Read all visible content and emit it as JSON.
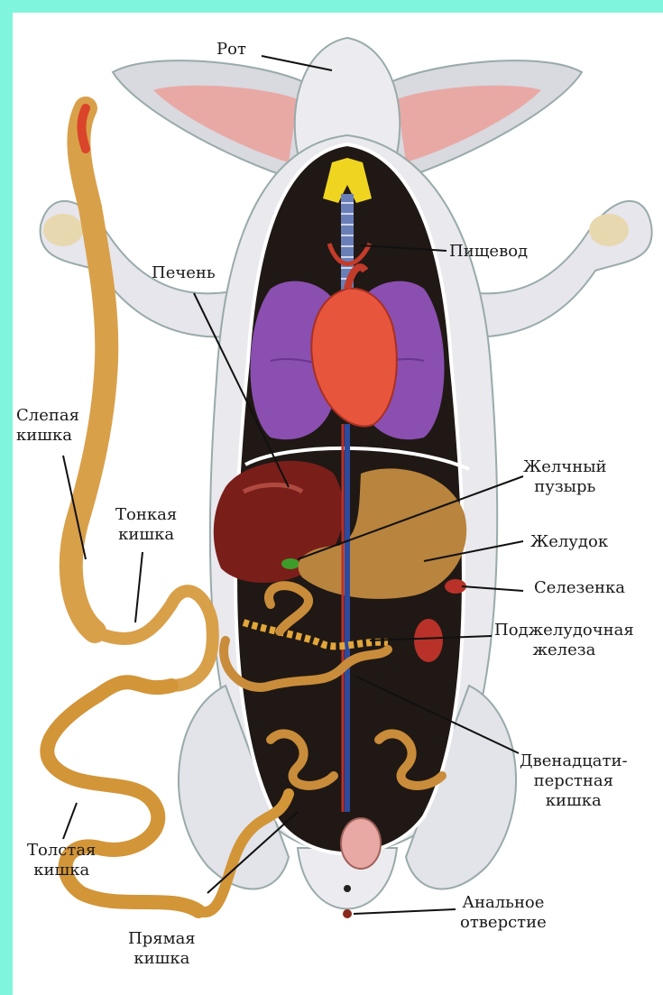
{
  "labels": {
    "mouth": "Рот",
    "esophagus": "Пищевод",
    "liver": "Печень",
    "cecum": [
      "Слепая",
      "кишка"
    ],
    "small_intestine": [
      "Тонкая",
      "кишка"
    ],
    "gallbladder": [
      "Желчный",
      "пузырь"
    ],
    "stomach": "Желудок",
    "spleen": "Селезенка",
    "pancreas": [
      "Поджелудочная",
      "железа"
    ],
    "duodenum": [
      "Двенадцати-",
      "перстная",
      "кишка"
    ],
    "large_intestine": [
      "Толстая",
      "кишка"
    ],
    "anus": [
      "Анальное",
      "отверстие"
    ],
    "rectum": [
      "Прямая",
      "кишка"
    ]
  },
  "colors": {
    "background": "#7ef5dc",
    "fur": "#e9e9ee",
    "cavity": "#201814",
    "lungs": "#8a4fb0",
    "heart": "#e8553d",
    "liver": "#7a1e1a",
    "intestine": "#d9a04a",
    "stomach": "#b9843e"
  }
}
